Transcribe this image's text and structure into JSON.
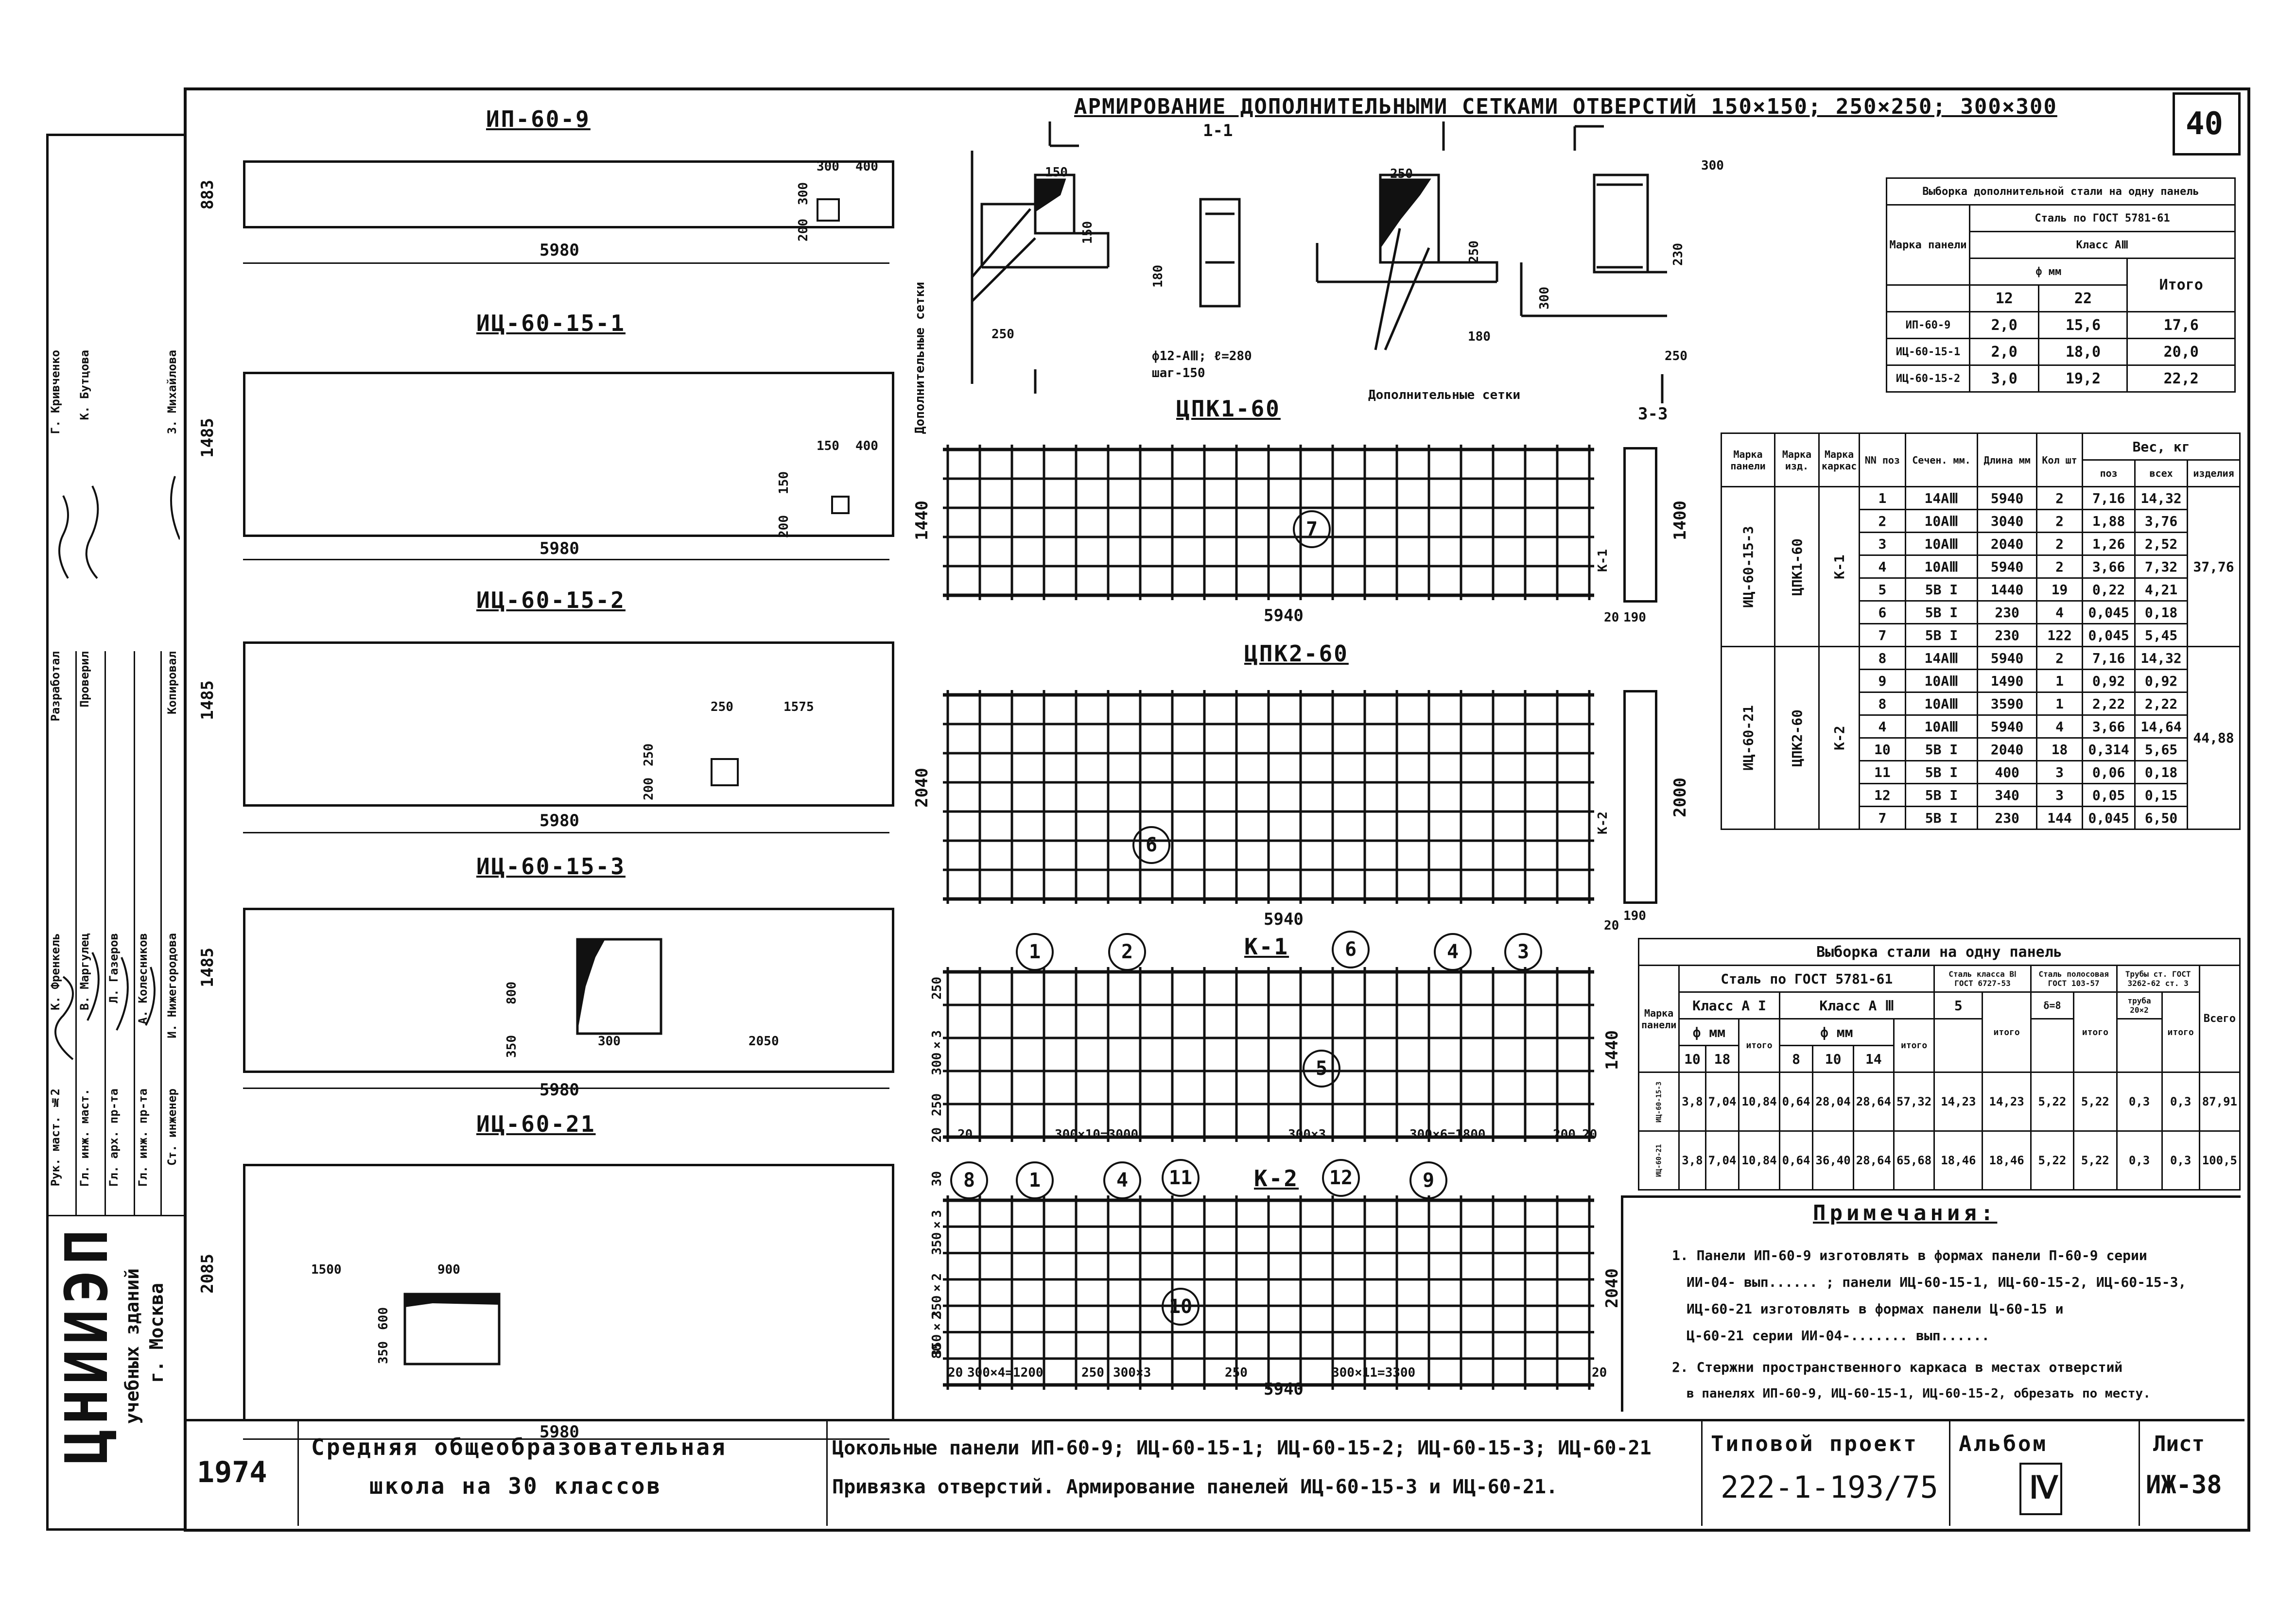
{
  "sheet_number": "40",
  "top_title": "АРМИРОВАНИЕ ДОПОЛНИТЕЛЬНЫМИ СЕТКАМИ ОТВЕРСТИЙ 150×150; 250×250; 300×300",
  "panels": [
    {
      "name": "ИП-60-9",
      "length": "5980",
      "height": "883",
      "dims": [
        "300",
        "400",
        "200",
        "300"
      ]
    },
    {
      "name": "ИЦ-60-15-1",
      "length": "5980",
      "height": "1485",
      "dims": [
        "150",
        "400",
        "200",
        "150"
      ]
    },
    {
      "name": "ИЦ-60-15-2",
      "length": "5980",
      "height": "1485",
      "dims": [
        "250",
        "1575",
        "200",
        "250"
      ]
    },
    {
      "name": "ИЦ-60-15-3",
      "length": "5980",
      "height": "1485",
      "dims": [
        "800",
        "350",
        "300",
        "2050"
      ]
    },
    {
      "name": "ИЦ-60-21",
      "length": "5980",
      "height": "2085",
      "dims": [
        "1500",
        "900",
        "350",
        "600"
      ]
    }
  ],
  "sections": {
    "s11": "1-1",
    "s33": "3-3",
    "sec_dims": [
      "150",
      "150",
      "180",
      "250",
      "250",
      "250",
      "180",
      "300",
      "300",
      "230",
      "250"
    ],
    "bar_note": "ф12-АⅢ; ℓ=280",
    "step_note": "шаг-150",
    "extra_mesh_vertical": "Дополнительные сетки",
    "extra_mesh": "Дополнительные сетки"
  },
  "cages": [
    {
      "name": "ЦПК1-60",
      "height": "1440",
      "length": "5940",
      "side_h": "1400",
      "mark": "К-1",
      "callout": "7",
      "side_dims": [
        "190",
        "20"
      ]
    },
    {
      "name": "ЦПК2-60",
      "height": "2040",
      "length": "5940",
      "side_h": "2000",
      "mark": "К-2",
      "callout": "6",
      "side_dims": [
        "190",
        "20"
      ]
    }
  ],
  "k1": {
    "name": "К-1",
    "callouts": [
      "1",
      "2",
      "6",
      "4",
      "3",
      "5"
    ],
    "height": "1440",
    "left_dims": [
      "250",
      "300×3",
      "250",
      "20"
    ],
    "bottom": [
      "20",
      "300×10=3000",
      "300×3",
      "300×6=1800",
      "200",
      "20"
    ]
  },
  "k2": {
    "name": "К-2",
    "callouts": [
      "8",
      "1",
      "4",
      "11",
      "12",
      "9",
      "10"
    ],
    "height": "2040",
    "length": "5940",
    "left_dims": [
      "350×3",
      "350×2",
      "350×2",
      "30",
      "80"
    ],
    "bottom": [
      "20",
      "300×4=1200",
      "250",
      "300×3",
      "250",
      "300×11=3300",
      "20"
    ]
  },
  "table_extra": {
    "title": "Выборка дополнительной стали на одну панель",
    "sub": "Сталь по ГОСТ 5781-61",
    "cls": "Класс АⅢ",
    "phi": "ф мм",
    "col_mark": "Марка панели",
    "col12": "12",
    "col22": "22",
    "col_total": "Итого",
    "rows": [
      [
        "ИП-60-9",
        "2,0",
        "15,6",
        "17,6"
      ],
      [
        "ИЦ-60-15-1",
        "2,0",
        "18,0",
        "20,0"
      ],
      [
        "ИЦ-60-15-2",
        "3,0",
        "19,2",
        "22,2"
      ]
    ]
  },
  "table_cage": {
    "headers": [
      "Марка панели",
      "Марка изд.",
      "Марка каркас",
      "NN поз",
      "Сечен. мм.",
      "Длина мм",
      "Кол шт",
      "Вес, кг",
      "поз",
      "всех",
      "изделия"
    ],
    "groups": [
      {
        "panel": "ИЦ-60-15-3",
        "item": "ЦПК1-60",
        "cage": "К-1",
        "total": "37,76",
        "rows": [
          [
            "1",
            "14АⅢ",
            "5940",
            "2",
            "7,16",
            "14,32"
          ],
          [
            "2",
            "10АⅢ",
            "3040",
            "2",
            "1,88",
            "3,76"
          ],
          [
            "3",
            "10АⅢ",
            "2040",
            "2",
            "1,26",
            "2,52"
          ],
          [
            "4",
            "10АⅢ",
            "5940",
            "2",
            "3,66",
            "7,32"
          ],
          [
            "5",
            "5В I",
            "1440",
            "19",
            "0,22",
            "4,21"
          ],
          [
            "6",
            "5В I",
            "230",
            "4",
            "0,045",
            "0,18"
          ],
          [
            "7",
            "5В I",
            "230",
            "122",
            "0,045",
            "5,45"
          ]
        ]
      },
      {
        "panel": "ИЦ-60-21",
        "item": "ЦПК2-60",
        "cage": "К-2",
        "total": "44,88",
        "rows": [
          [
            "8",
            "14АⅢ",
            "5940",
            "2",
            "7,16",
            "14,32"
          ],
          [
            "9",
            "10АⅢ",
            "1490",
            "1",
            "0,92",
            "0,92"
          ],
          [
            "8",
            "10АⅢ",
            "3590",
            "1",
            "2,22",
            "2,22"
          ],
          [
            "4",
            "10АⅢ",
            "5940",
            "4",
            "3,66",
            "14,64"
          ],
          [
            "10",
            "5В I",
            "2040",
            "18",
            "0,314",
            "5,65"
          ],
          [
            "11",
            "5В I",
            "400",
            "3",
            "0,06",
            "0,18"
          ],
          [
            "12",
            "5В I",
            "340",
            "3",
            "0,05",
            "0,15"
          ],
          [
            "7",
            "5В I",
            "230",
            "144",
            "0,045",
            "6,50"
          ]
        ]
      }
    ]
  },
  "table_steel": {
    "title": "Выборка стали на одну панель",
    "sub": "Сталь по ГОСТ 5781-61",
    "classA1": "Класс А I",
    "classA3": "Класс А Ⅲ",
    "phi1": "ф мм",
    "phi3": "ф мм",
    "c10": "10",
    "c18": "18",
    "c8": "8",
    "c14": "14",
    "itogo": "итого",
    "col_wire": "Сталь класса ВⅠ ГОСТ 6727-53",
    "col_strip": "Сталь полосовая ГОСТ 103-57",
    "col_pipe": "Трубы ст. ГОСТ 3262-62 ст. 3",
    "col_sum": "Всего",
    "col_mark": "Марка панели",
    "sub5": "5",
    "sub8": "δ=8",
    "sub_pipe": "труба 20×2",
    "rows": [
      {
        "mark": "ИЦ-60-15-3",
        "v": [
          "3,8",
          "7,04",
          "10,84",
          "0,64",
          "28,04",
          "28,64",
          "57,32",
          "14,23",
          "14,23",
          "5,22",
          "5,22",
          "0,3",
          "0,3",
          "87,91"
        ]
      },
      {
        "mark": "ИЦ-60-21",
        "v": [
          "3,8",
          "7,04",
          "10,84",
          "0,64",
          "36,40",
          "28,64",
          "65,68",
          "18,46",
          "18,46",
          "5,22",
          "5,22",
          "0,3",
          "0,3",
          "100,5"
        ]
      }
    ]
  },
  "notes": {
    "title": "Примечания:",
    "lines": [
      "1. Панели ИП-60-9 изготовлять в формах панели П-60-9 серии",
      "ИИ-04-  вып...... ; панели ИЦ-60-15-1, ИЦ-60-15-2, ИЦ-60-15-3,",
      "ИЦ-60-21 изготовлять в формах панели Ц-60-15 и",
      "Ц-60-21 серии ИИ-04-....... вып......",
      "2. Стержни пространственного каркаса в местах отверстий",
      "в панелях ИП-60-9, ИЦ-60-15-1, ИЦ-60-15-2, обрезать по месту."
    ]
  },
  "title_block": {
    "year": "1974",
    "building_1": "Средняя общеобразовательная",
    "building_2": "школа на 30 классов",
    "desc_1": "Цокольные панели ИП-60-9; ИЦ-60-15-1; ИЦ-60-15-2; ИЦ-60-15-3; ИЦ-60-21",
    "desc_2": "Привязка отверстий. Армирование панелей ИЦ-60-15-3 и ИЦ-60-21.",
    "project_label": "Типовой проект",
    "project_no": "222-1-193/75",
    "album_label": "Альбом",
    "album_no": "Ⅳ",
    "sheet_label": "Лист",
    "sheet_no": "ИЖ-38"
  },
  "side_stamp": {
    "org": "ЦНИИЭП",
    "org_sub_1": "учебных зданий",
    "org_sub_2": "г. Москва",
    "roles": [
      "Рук. маст. №2",
      "Гл. инж. маст.",
      "Гл. арх. пр-та",
      "Гл. инж. пр-та",
      "Ст. инженер",
      "Разработал",
      "Проверил",
      "Копировал"
    ],
    "names": [
      "К. Френкель",
      "В. Маргулец",
      "Л. Газеров",
      "А. Колесников",
      "И. Нижегородова",
      "Г. Кривченко",
      "К. Бутцова",
      "З. Михайлова"
    ]
  }
}
